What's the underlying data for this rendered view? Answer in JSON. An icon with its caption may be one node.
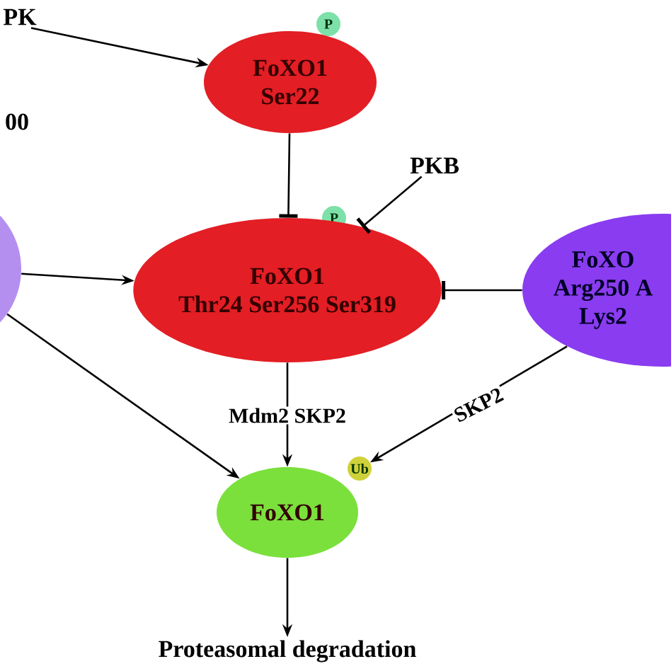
{
  "diagram": {
    "nodes": [
      {
        "text": [
          "PK"
        ]
      },
      {
        "text": [
          "P"
        ]
      },
      {
        "text": [
          "FoXO1 Ser22"
        ]
      },
      {
        "text": [
          "PKB"
        ]
      },
      {
        "text": [
          "P"
        ]
      },
      {
        "text": [],
        "shape": "circle"
      },
      {
        "text": [
          "FoXO1",
          "Thr24 Ser256 Ser319"
        ]
      },
      {
        "text": [
          "FoXO",
          "Arg250 A",
          "Lys2"
        ]
      },
      {
        "text": [
          "Ub"
        ]
      },
      {
        "text": [
          "FoXO1"
        ]
      },
      {
        "text": [
          "Proteasomal degradation"
        ]
      }
    ],
    "edges": [
      {
        "from": 0,
        "to": 2,
        "arrow": "to"
      },
      {
        "from": 2,
        "to": 6,
        "arrow": "other"
      },
      {
        "from": 3,
        "to": 6,
        "arrow": "other"
      },
      {
        "from": 5,
        "to": 6,
        "arrow": "to"
      },
      {
        "from": 7,
        "to": 6,
        "arrow": "other"
      },
      {
        "from": 6,
        "to": 9,
        "arrow": "to",
        "label": "Mdm2 SKP2"
      },
      {
        "from": 5,
        "to": 9,
        "arrow": "to"
      },
      {
        "from": 7,
        "to": 8,
        "arrow": "to",
        "label": "SKP2"
      },
      {
        "from": 9,
        "to": 10,
        "arrow": "to"
      }
    ],
    "labels": [
      "00"
    ]
  }
}
